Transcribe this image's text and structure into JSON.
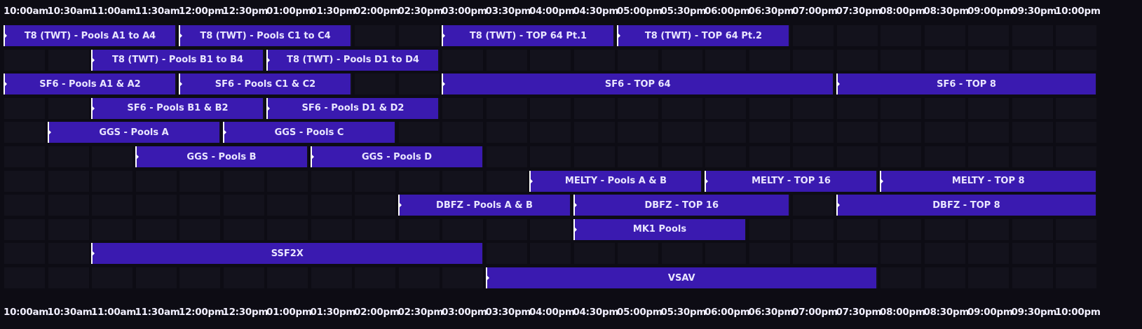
{
  "timeline": {
    "times": [
      "10:00am",
      "10:30am",
      "11:00am",
      "11:30am",
      "12:00pm",
      "12:30pm",
      "01:00pm",
      "01:30pm",
      "02:00pm",
      "02:30pm",
      "03:00pm",
      "03:30pm",
      "04:00pm",
      "04:30pm",
      "05:00pm",
      "05:30pm",
      "06:00pm",
      "06:30pm",
      "07:00pm",
      "07:30pm",
      "08:00pm",
      "08:30pm",
      "09:00pm",
      "09:30pm",
      "10:00pm"
    ],
    "row_count": 11,
    "colors": {
      "background": "#0d0c14",
      "grid_cell": "#13121c",
      "event": "#3a1ab0",
      "event_marker": "#ffffff",
      "text": "#e9e6ff"
    }
  },
  "events": [
    {
      "row": 0,
      "start": 0,
      "span": 4,
      "label": "T8 (TWT) - Pools A1 to A4"
    },
    {
      "row": 0,
      "start": 4,
      "span": 4,
      "label": "T8 (TWT) - Pools C1 to C4"
    },
    {
      "row": 0,
      "start": 10,
      "span": 4,
      "label": "T8 (TWT) - TOP 64 Pt.1"
    },
    {
      "row": 0,
      "start": 14,
      "span": 4,
      "label": "T8 (TWT) - TOP 64 Pt.2"
    },
    {
      "row": 1,
      "start": 2,
      "span": 4,
      "label": "T8 (TWT) - Pools B1 to B4"
    },
    {
      "row": 1,
      "start": 6,
      "span": 4,
      "label": "T8 (TWT) - Pools D1 to D4"
    },
    {
      "row": 2,
      "start": 0,
      "span": 4,
      "label": "SF6 - Pools A1 & A2"
    },
    {
      "row": 2,
      "start": 4,
      "span": 4,
      "label": "SF6 - Pools C1 & C2"
    },
    {
      "row": 2,
      "start": 10,
      "span": 9,
      "label": "SF6 - TOP 64"
    },
    {
      "row": 2,
      "start": 19,
      "span": 6,
      "label": "SF6 - TOP 8"
    },
    {
      "row": 3,
      "start": 2,
      "span": 4,
      "label": "SF6 - Pools B1 & B2"
    },
    {
      "row": 3,
      "start": 6,
      "span": 4,
      "label": "SF6 - Pools D1 & D2"
    },
    {
      "row": 4,
      "start": 1,
      "span": 4,
      "label": "GGS - Pools A"
    },
    {
      "row": 4,
      "start": 5,
      "span": 4,
      "label": "GGS - Pools C"
    },
    {
      "row": 5,
      "start": 3,
      "span": 4,
      "label": "GGS - Pools B"
    },
    {
      "row": 5,
      "start": 7,
      "span": 4,
      "label": "GGS - Pools D"
    },
    {
      "row": 6,
      "start": 12,
      "span": 4,
      "label": "MELTY - Pools A & B"
    },
    {
      "row": 6,
      "start": 16,
      "span": 4,
      "label": "MELTY - TOP 16"
    },
    {
      "row": 6,
      "start": 20,
      "span": 5,
      "label": "MELTY - TOP 8"
    },
    {
      "row": 7,
      "start": 9,
      "span": 4,
      "label": "DBFZ - Pools A & B"
    },
    {
      "row": 7,
      "start": 13,
      "span": 5,
      "label": "DBFZ - TOP 16"
    },
    {
      "row": 7,
      "start": 19,
      "span": 6,
      "label": "DBFZ - TOP 8"
    },
    {
      "row": 8,
      "start": 13,
      "span": 4,
      "label": "MK1 Pools"
    },
    {
      "row": 9,
      "start": 2,
      "span": 9,
      "label": "SSF2X"
    },
    {
      "row": 10,
      "start": 11,
      "span": 9,
      "label": "VSAV"
    }
  ]
}
